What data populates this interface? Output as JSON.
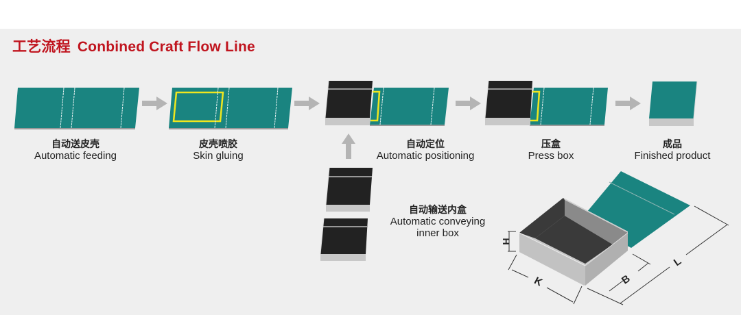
{
  "title": {
    "cn": "工艺流程",
    "en": "Conbined Craft Flow Line"
  },
  "colors": {
    "title_red": "#c0141e",
    "teal": "#1a8480",
    "black_box": "#222222",
    "gray_base": "#c8c8c8",
    "glue_yellow": "#f0e61e",
    "arrow_gray": "#b4b4b4",
    "panel_bg": "#efefef"
  },
  "steps": [
    {
      "cn": "自动送皮壳",
      "en": "Automatic feeding"
    },
    {
      "cn": "皮壳喷胶",
      "en": "Skin gluing"
    },
    {
      "cn": "自动定位",
      "en": "Automatic positioning"
    },
    {
      "cn": "压盒",
      "en": "Press box"
    },
    {
      "cn": "成品",
      "en": "Finished product"
    }
  ],
  "feeder": {
    "cn": "自动输送内盒",
    "en_line1": "Automatic conveying",
    "en_line2": "inner box"
  },
  "dimensions": {
    "H": "H",
    "K": "K",
    "B": "B",
    "L": "L"
  }
}
